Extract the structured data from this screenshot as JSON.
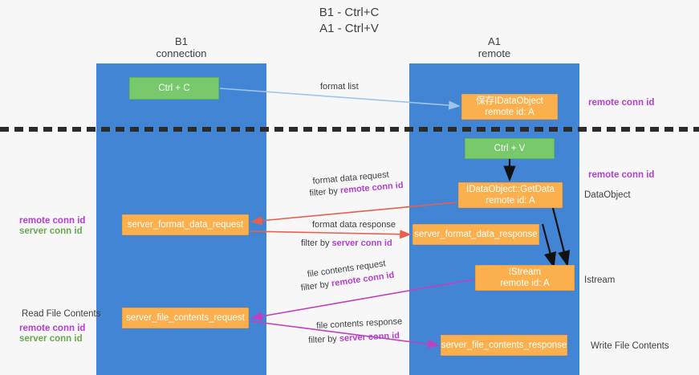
{
  "title": "B1 - Ctrl+C\nA1 - Ctrl+V",
  "lanes": [
    {
      "name": "b1",
      "header": "B1\nconnection",
      "color": "#4285d4"
    },
    {
      "name": "a1",
      "header": "A1\nremote",
      "color": "#4285d4"
    }
  ],
  "colors": {
    "lane": "#4285d4",
    "green_node": "#77c96b",
    "orange_node": "#fbb04d",
    "purple_keyword": "#b23fd0",
    "green_keyword": "#6aa84f",
    "blue_arrow": "#9fc5e8",
    "red_arrow": "#e8604c",
    "magenta_arrow": "#c040c0",
    "black_arrow": "#000000",
    "divider": "#2b2b2b",
    "background": "#f7f7f7",
    "text": "#3c4043"
  },
  "nodes": {
    "ctrl_c": "Ctrl + C",
    "save_idataobject": "保存IDataObject\nremote id: A",
    "ctrl_v": "Ctrl + V",
    "getdata": "IDataObject::GetData\nremote id: A",
    "server_format_data_request": "server_format_data_request",
    "server_format_data_response": "server_format_data_response",
    "istream": "IStream\nremote id: A",
    "server_file_contents_request": "server_file_contents_request",
    "server_file_contents_response": "server_file_contents_response"
  },
  "side_labels": {
    "remote_conn_id_top": "remote conn id",
    "remote_conn_id_mid": "remote conn id",
    "dataobject": "DataObject",
    "istream": "Istream",
    "write_file_contents": "Write File Contents",
    "read_file_contents": "Read File Contents",
    "left_remote_conn_id_mid": "remote conn id",
    "left_server_conn_id_mid": "server conn id",
    "left_remote_conn_id_bottom": "remote conn id",
    "left_server_conn_id_bottom": "server conn id"
  },
  "edge_labels": {
    "format_list": "format list",
    "format_data_request": "format data request",
    "format_data_request_filter_prefix": "filter by ",
    "format_data_request_filter_key": "remote conn id",
    "format_data_response": "format data response",
    "format_data_response_filter_prefix": "filter by ",
    "format_data_response_filter_key": "server conn id",
    "file_contents_request": "file contents request",
    "file_contents_request_filter_prefix": "filter by ",
    "file_contents_request_filter_key": "remote conn id",
    "file_contents_response": "file contents response",
    "file_contents_response_filter_prefix": "filter by ",
    "file_contents_response_filter_key": "server conn id"
  }
}
